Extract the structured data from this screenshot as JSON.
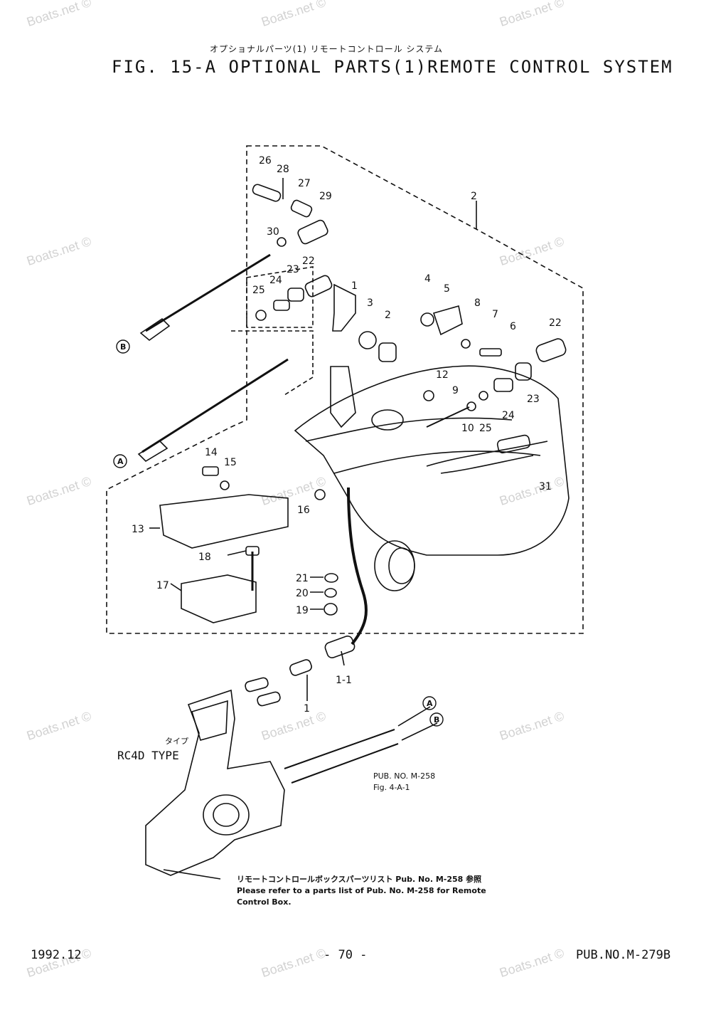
{
  "header": {
    "title_jp": "オプショナルパーツ(1) リモートコントロール システム",
    "title_en": "FIG. 15-A OPTIONAL PARTS(1)REMOTE CONTROL SYSTEM"
  },
  "watermark": "Boats.net ©",
  "callouts": [
    "26",
    "28",
    "27",
    "29",
    "30",
    "2",
    "25",
    "24",
    "23",
    "22",
    "1",
    "3",
    "2",
    "4",
    "5",
    "8",
    "7",
    "6",
    "22",
    "12",
    "9",
    "10",
    "25",
    "24",
    "23",
    "14",
    "15",
    "13",
    "16",
    "31",
    "18",
    "17",
    "21",
    "20",
    "19",
    "1-1",
    "1"
  ],
  "circle_labels": [
    "B",
    "A",
    "A",
    "B"
  ],
  "type_label": {
    "jp": "タイプ",
    "en": "RC4D TYPE"
  },
  "ref_label": {
    "line1": "PUB. NO. M-258",
    "line2": "Fig. 4-A-1"
  },
  "note": {
    "line1": "リモートコントロールボックスパーツリスト Pub. No. M-258 参照",
    "line2": "Please refer to a parts list of Pub. No. M-258 for Remote",
    "line3": "Control Box."
  },
  "footer": {
    "date": "1992.12",
    "page": "- 70 -",
    "pub": "PUB.NO.M-279B"
  }
}
